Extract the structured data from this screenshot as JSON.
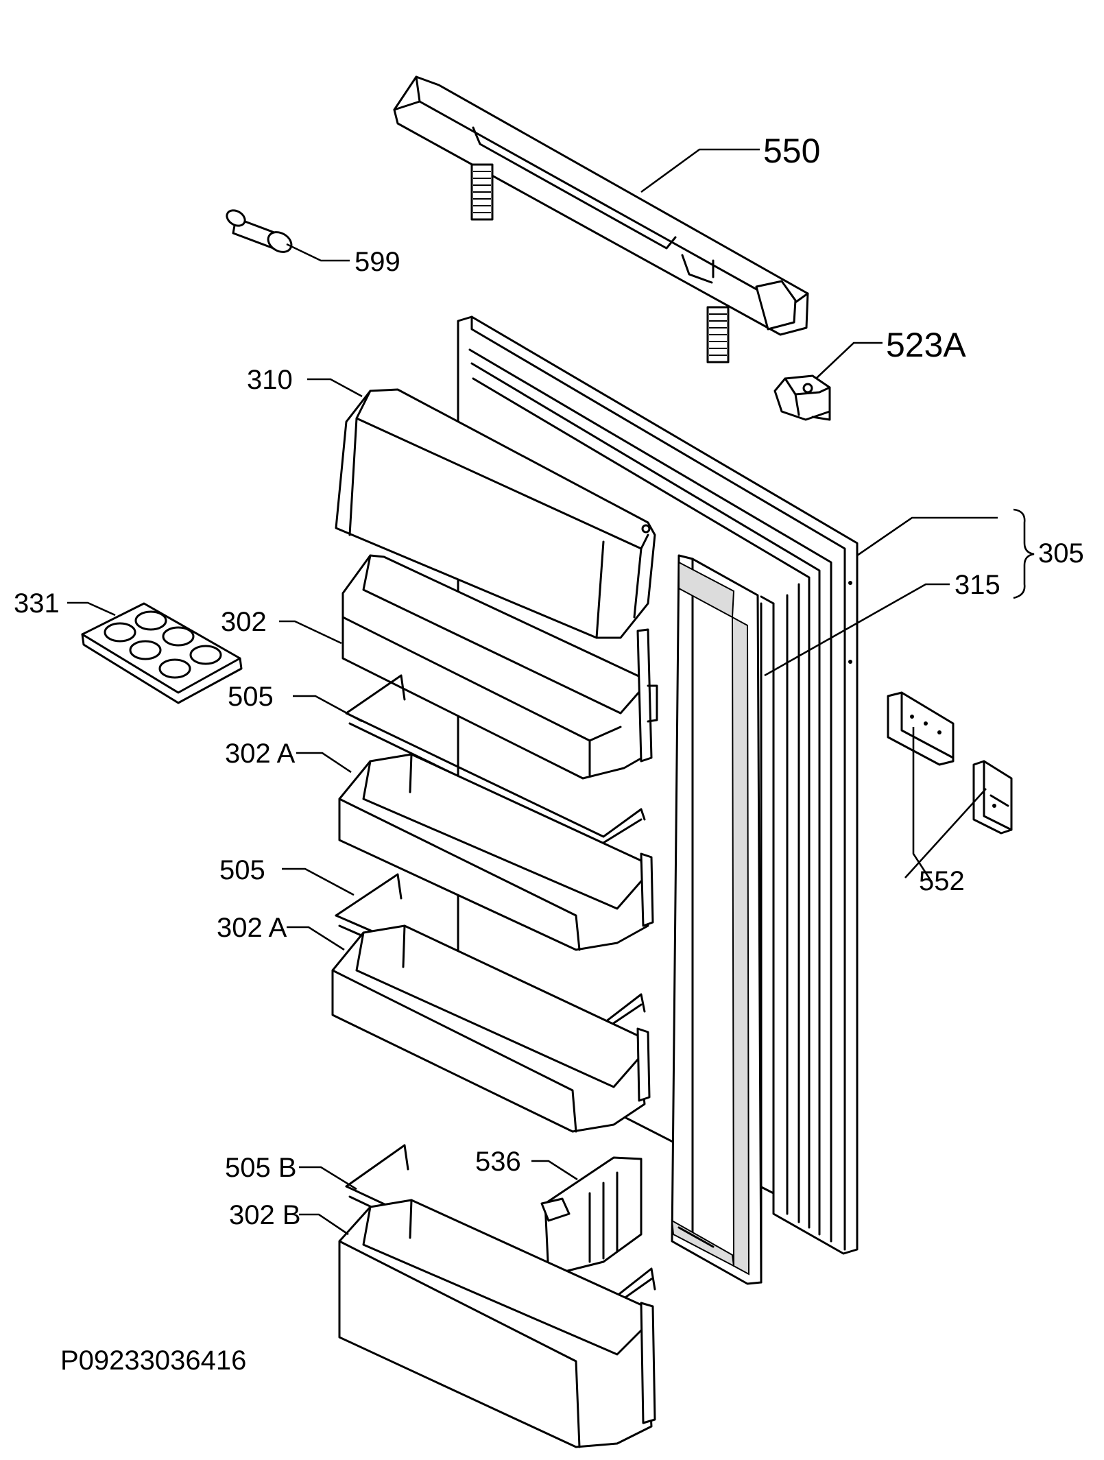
{
  "labels": {
    "l550": "550",
    "l599": "599",
    "l523a": "523A",
    "l310": "310",
    "l305": "305",
    "l315": "315",
    "l331": "331",
    "l302": "302",
    "l505_1": "505",
    "l302a_1": "302 A",
    "l552": "552",
    "l505_2": "505",
    "l302a_2": "302 A",
    "l505b": "505 B",
    "l536": "536",
    "l302b": "302 B"
  },
  "drawing_code": "P09233036416",
  "colors": {
    "line": "#000000",
    "background": "#ffffff",
    "gasket_fill": "#dcdcdc"
  }
}
